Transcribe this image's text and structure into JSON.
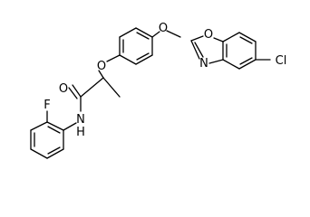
{
  "molecule": {
    "atom_labels": {
      "o_ether_top": "O",
      "o_oxazole": "O",
      "n_oxazole": "N",
      "cl": "Cl",
      "o_ether_mid": "O",
      "o_carbonyl": "O",
      "n_amide": "N",
      "h_amide": "H",
      "f": "F"
    }
  }
}
